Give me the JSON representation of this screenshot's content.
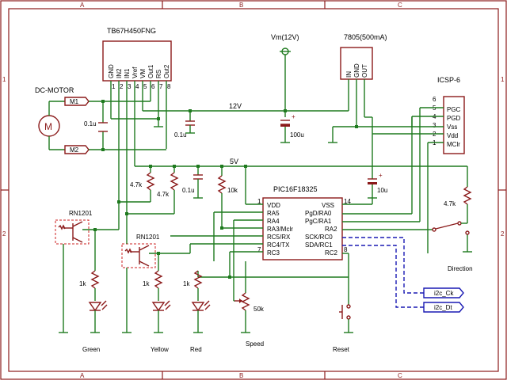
{
  "frame": {
    "columns": [
      "A",
      "B",
      "C"
    ],
    "rows": [
      "1",
      "2"
    ]
  },
  "motor_driver": {
    "name": "TB67H450FNG",
    "pins": [
      "GND",
      "IN2",
      "IN1",
      "Vref",
      "VM",
      "Out1",
      "RS",
      "Out2"
    ],
    "pin_numbers": [
      "1",
      "2",
      "3",
      "4",
      "5",
      "6",
      "7",
      "8"
    ]
  },
  "motor": {
    "label": "DC-MOTOR",
    "terminal_1": "M1",
    "terminal_2": "M2",
    "cap": "0.1u"
  },
  "supply": {
    "vm_label": "Vm(12V)",
    "rail_12v": "12V",
    "rail_5v": "5V",
    "cap_driver": "0.1u",
    "cap_bulk": "100u"
  },
  "regulator": {
    "name": "7805(500mA)",
    "pins": [
      "IN",
      "GND",
      "OUT"
    ]
  },
  "icsp": {
    "name": "ICSP-6",
    "pin_numbers": [
      "6",
      "5",
      "4",
      "3",
      "2",
      "1"
    ],
    "pins": [
      "PGC",
      "PGD",
      "Vss",
      "Vdd",
      "MClr"
    ]
  },
  "mcu": {
    "name": "PIC16F18325",
    "left_pins": [
      "VDD",
      "RA5",
      "RA4",
      "RA3/Mclr",
      "RC5/RX",
      "RC4/TX",
      "RC3"
    ],
    "right_pins": [
      "VSS",
      "PgD/RA0",
      "PgC/RA1",
      "RA2",
      "SCK/RC0",
      "SDA/RC1",
      "RC2"
    ],
    "pin_1": "1",
    "pin_7": "7",
    "pin_8": "8",
    "pin_14": "14",
    "cap_5v": "0.1u",
    "cap_bulk": "10u",
    "r_pullup": "10k"
  },
  "pullups": {
    "r1": "4.7k",
    "r2": "4.7k",
    "r_direction": "4.7k"
  },
  "transistors": {
    "q1": "RN1201",
    "q2": "RN1201"
  },
  "leds": {
    "r_green": "1k",
    "r_yellow": "1k",
    "r_red": "1k",
    "green": "Green",
    "yellow": "Yellow",
    "red": "Red"
  },
  "controls": {
    "pot_value": "50k",
    "speed": "Speed",
    "reset": "Reset",
    "direction": "Direction"
  },
  "i2c": {
    "ck": "i2c_Ck",
    "dt": "i2c_Dt"
  },
  "colors": {
    "wire": "#1f7a1f",
    "part": "#8b1a1a",
    "bus": "#1a1ab3",
    "frame": "#8b1a1a"
  }
}
